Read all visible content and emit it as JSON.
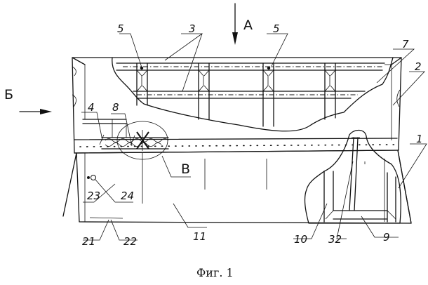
{
  "view_labels": {
    "view_a": "А",
    "view_b": "Б",
    "detail_v": "В"
  },
  "part_labels": {
    "p1": "1",
    "p2": "2",
    "p3": "3",
    "p4": "4",
    "p5a": "5",
    "p5b": "5",
    "p7": "7",
    "p8": "8",
    "p9": "9",
    "p10": "10",
    "p11": "11",
    "p21": "21",
    "p22": "22",
    "p23": "23",
    "p24": "24",
    "p32": "32"
  },
  "caption": "Фиг. 1"
}
